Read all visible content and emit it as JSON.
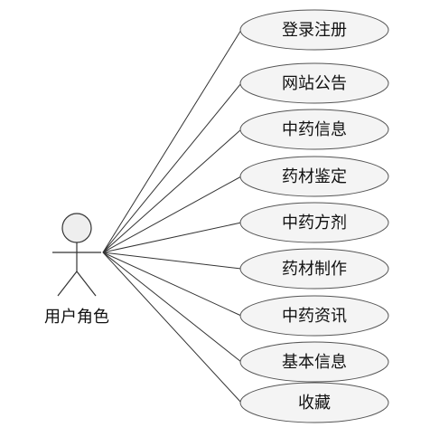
{
  "actor": {
    "label": "用户角色"
  },
  "use_cases": [
    {
      "label": "登录注册"
    },
    {
      "label": "网站公告"
    },
    {
      "label": "中药信息"
    },
    {
      "label": "药材鉴定"
    },
    {
      "label": "中药方剂"
    },
    {
      "label": "药材制作"
    },
    {
      "label": "中药资讯"
    },
    {
      "label": "基本信息"
    },
    {
      "label": "收藏"
    }
  ]
}
